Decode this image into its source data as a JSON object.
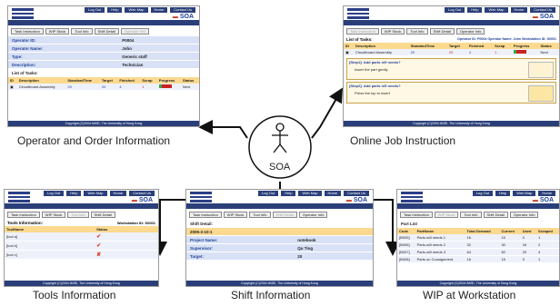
{
  "common": {
    "nav": [
      "Log Out",
      "Help",
      "Web Map",
      "Home",
      "Contact Us"
    ],
    "brand": "SOA",
    "footer": "Copyright (C)2004 IMSE, The University of Hong Kong",
    "tabs": [
      "Task Instruction",
      "WIP Stock",
      "Tool Info",
      "Shift Detail",
      "Operator Info"
    ]
  },
  "center": {
    "label": "SOA",
    "icon": "stick-figure-icon"
  },
  "panels": {
    "operator": {
      "caption": "Operator and Order Information",
      "fields": [
        {
          "label": "Operator ID:",
          "value": "P0004"
        },
        {
          "label": "Operator Name:",
          "value": "John"
        },
        {
          "label": "Type:",
          "value": "Generic staff"
        },
        {
          "label": "Description:",
          "value": "Technician"
        }
      ],
      "list_title": "List of Tasks:",
      "columns": [
        "ID",
        "Description",
        "StandardTime",
        "Target",
        "Finished",
        "Scrap",
        "Progress",
        "Status"
      ],
      "rows": [
        {
          "id": "",
          "description": "Circuitboard Assembly",
          "standard": "20",
          "target": "20",
          "finished": "4",
          "scrap": "1",
          "progress": 0.2,
          "status": "Next"
        }
      ]
    },
    "online": {
      "caption": "Online Job Instruction",
      "list_title": "List of Tasks:",
      "meta": "Operator ID: P0004 Operator Name: John Workstation ID: S0001",
      "columns": [
        "ID",
        "Description",
        "StandardTime",
        "Target",
        "Finished",
        "Scrap",
        "Progress",
        "Status"
      ],
      "rows": [
        {
          "id": "",
          "description": "Circuitboard Assembly",
          "standard": "20",
          "target": "20",
          "finished": "4",
          "scrap": "1",
          "progress": 0.2,
          "status": "Next"
        }
      ],
      "steps": [
        {
          "title": "[Step1]: Add parts n/9 needs?",
          "text": "Insert the part gently"
        },
        {
          "title": "[Step2]: Add parts n/9 needs?",
          "text": "Press the top to insert"
        }
      ]
    },
    "tools": {
      "caption": "Tools Information",
      "title": "Tools Information:",
      "workstation": "Workstation ID: S0001",
      "columns": [
        "ToolName",
        "Status"
      ],
      "rows": [
        {
          "name": "[tool a]",
          "status": "ok",
          "symbol": "✔"
        },
        {
          "name": "[tool b]",
          "status": "ok",
          "symbol": "✔"
        },
        {
          "name": "[tool c]",
          "status": "missing",
          "symbol": "✘"
        }
      ]
    },
    "shift": {
      "caption": "Shift Information",
      "title": "Shift Detail:",
      "date": "2005-3-10:1",
      "fields": [
        {
          "label": "Project Name:",
          "value": "notebook"
        },
        {
          "label": "Supervisor:",
          "value": "Qu Ting"
        },
        {
          "label": "Target:",
          "value": "20"
        }
      ]
    },
    "wip": {
      "caption": "WIP at Workstation",
      "title": "Part List",
      "columns": [
        "Code",
        "PartName",
        "Total Demand",
        "Current",
        "Used",
        "Scraped"
      ],
      "rows": [
        {
          "code": "[B005]",
          "name": "Parts will needs 1",
          "demand": "16",
          "current": "15",
          "used": "0",
          "scrapped": "1"
        },
        {
          "code": "[B006]",
          "name": "Parts will needs 2",
          "demand": "32",
          "current": "30",
          "used": "16",
          "scrapped": "2"
        },
        {
          "code": "[B007]",
          "name": "Parts will needs 3",
          "demand": "64",
          "current": "60",
          "used": "20",
          "scrapped": "4"
        },
        {
          "code": "[B008]",
          "name": "Parts on Consignment",
          "demand": "16",
          "current": "15",
          "used": "0",
          "scrapped": "1"
        }
      ]
    }
  }
}
